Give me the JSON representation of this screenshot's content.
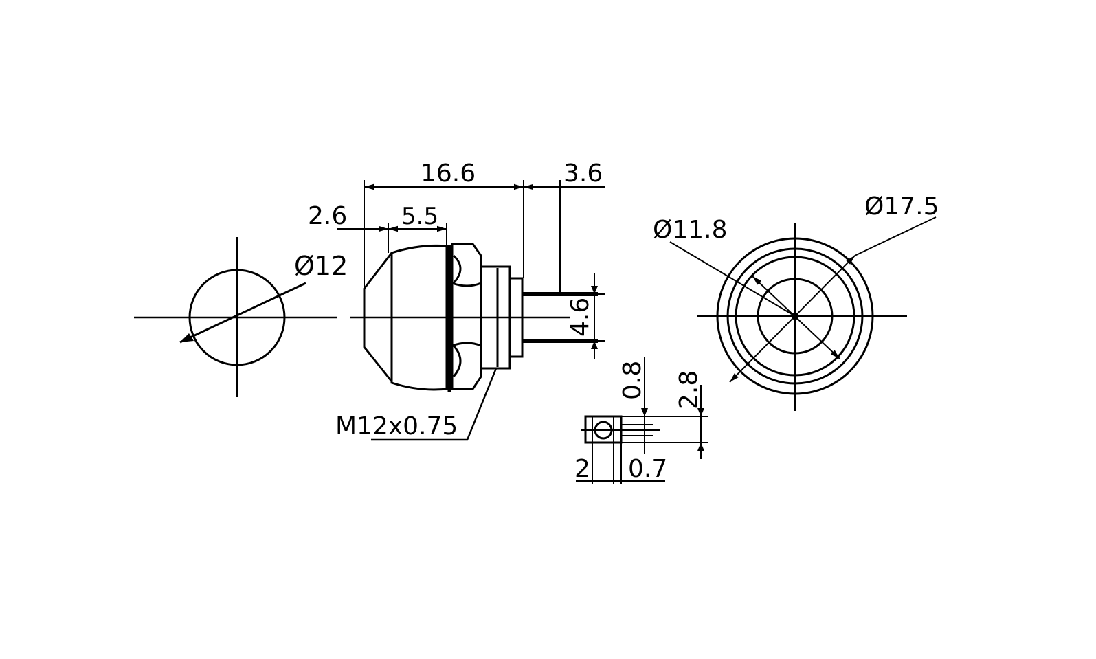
{
  "dims": {
    "front_dia": "Ø12",
    "overall_length": "16.6",
    "terminal_length": "3.6",
    "cap_offset": "2.6",
    "cap_length": "5.5",
    "terminal_spacing": "4.6",
    "thread": "M12x0.75",
    "terminal_thickness": "0.8",
    "terminal_height": "2.8",
    "terminal_width": "2",
    "hole_dia": "0.7",
    "inner_dia": "Ø11.8",
    "outer_dia": "Ø17.5"
  },
  "colors": {
    "line": "#000000",
    "background": "#ffffff"
  }
}
